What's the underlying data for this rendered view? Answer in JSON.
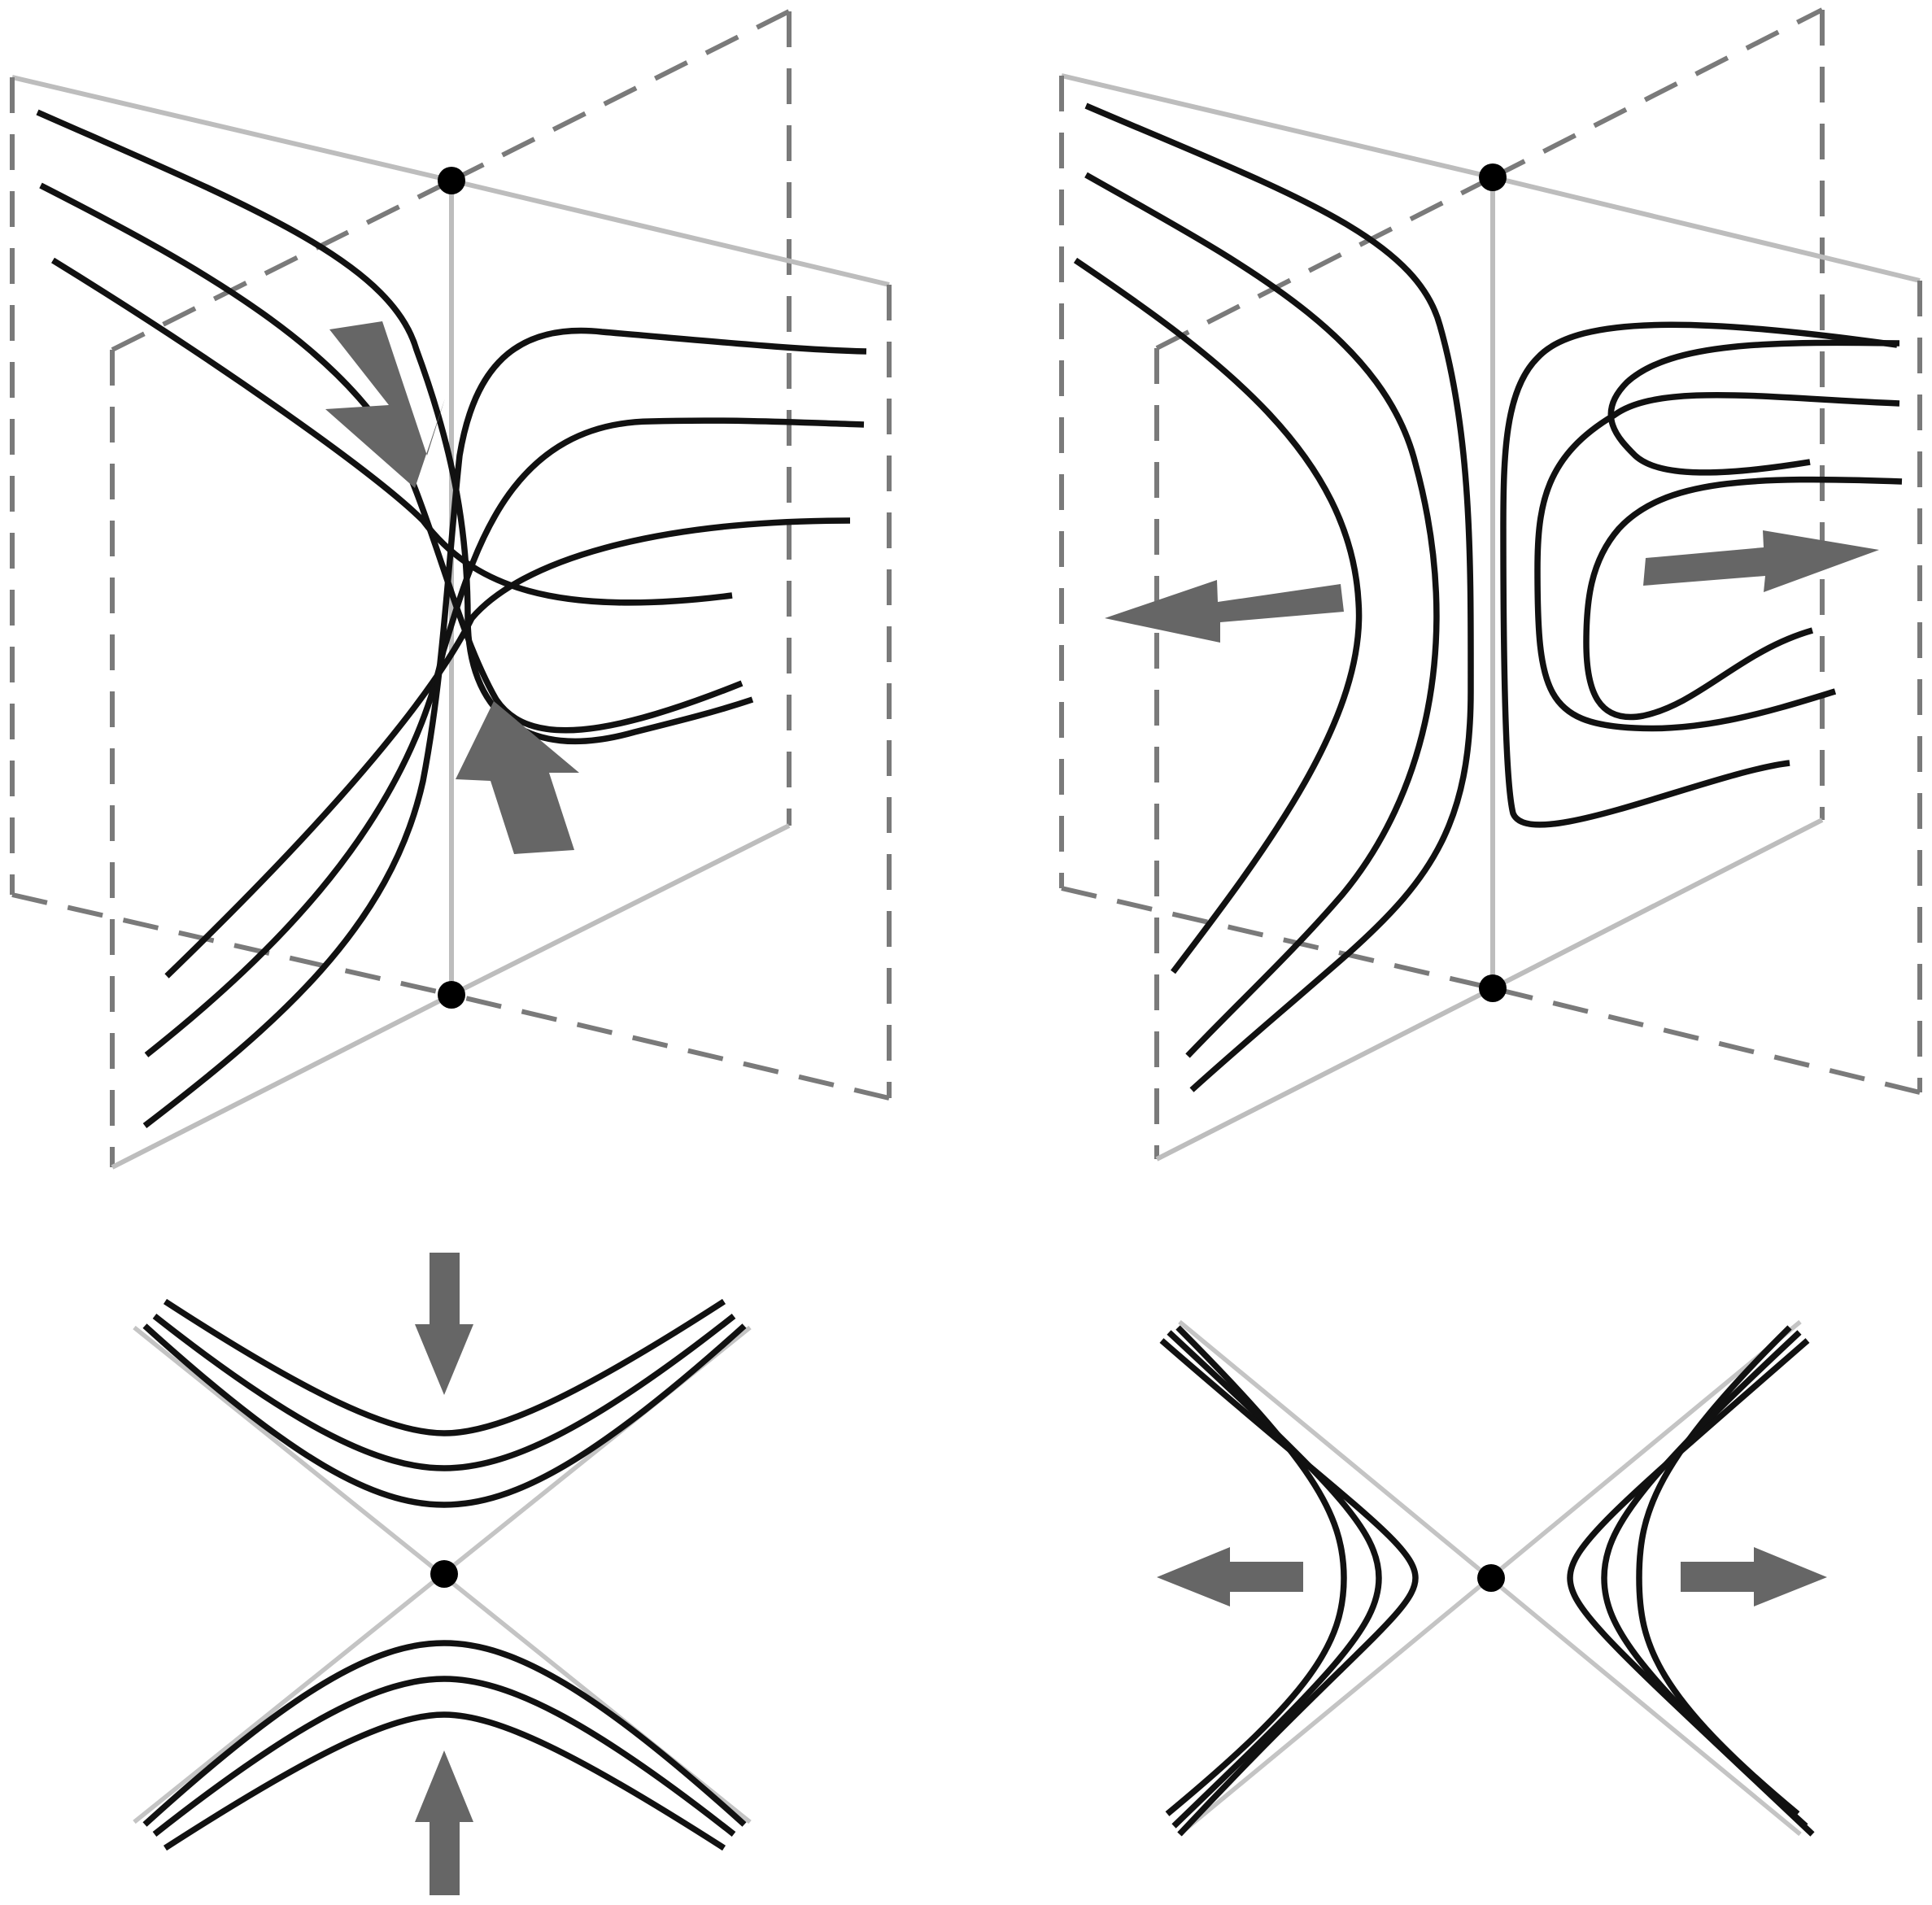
{
  "figure": {
    "panels": [
      {
        "id": "top-left"
      },
      {
        "id": "top-right"
      },
      {
        "id": "bottom-left"
      },
      {
        "id": "bottom-right"
      }
    ],
    "colors": {
      "field_line": "#111111",
      "solid_edge": "#bdbdbd",
      "dashed_edge": "#7a7a7a",
      "separator_line": "#c4c4c4",
      "arrow": "#666666",
      "null_point": "#000000"
    },
    "icons": [
      "arrow-icon"
    ]
  }
}
